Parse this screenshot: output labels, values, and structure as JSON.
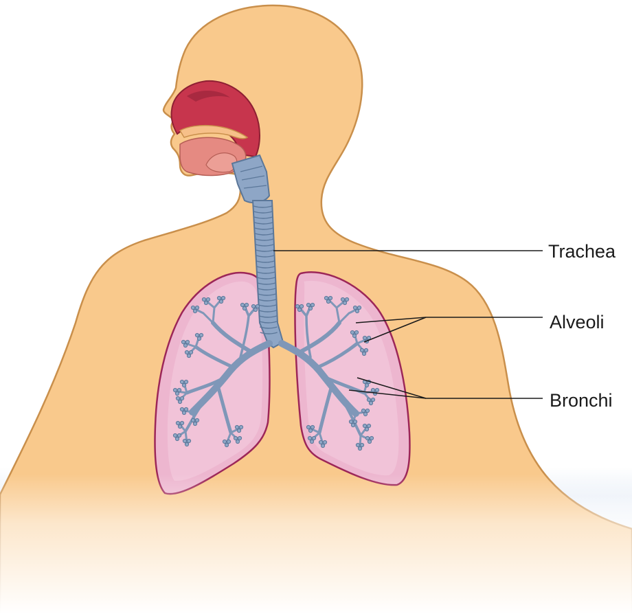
{
  "diagram": {
    "labels": {
      "trachea": "Trachea",
      "alveoli": "Alveoli",
      "bronchi": "Bronchi"
    }
  },
  "colors": {
    "skin": "#f9c98c",
    "skin_outline": "#c98f4b",
    "lung_fill": "#edb6cf",
    "lung_inner": "#f1c3d8",
    "lung_outline": "#9c2658",
    "airway": "#8ea6c6",
    "airway_outline": "#5b7799",
    "nasal_cavity": "#c7354d",
    "mouth": "#e58a82",
    "leader_line": "#1a1a1a",
    "fade": "#ffffff"
  }
}
